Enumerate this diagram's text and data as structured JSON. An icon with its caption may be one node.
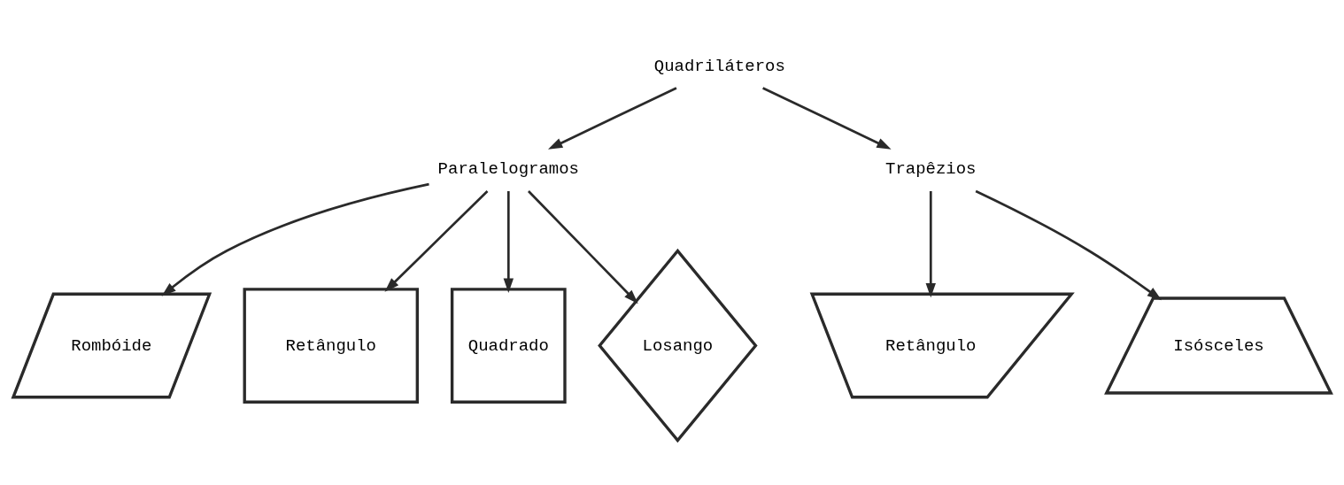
{
  "diagram": {
    "nodes": [
      {
        "text": [
          "Quadriláteros"
        ]
      },
      {
        "text": [
          "Paralelogramos"
        ]
      },
      {
        "text": [
          "Trapêzios"
        ]
      },
      {
        "text": [
          "Rombóide"
        ]
      },
      {
        "text": [
          "Retângulo"
        ]
      },
      {
        "text": [
          "Quadrado"
        ]
      },
      {
        "text": [
          "Losango"
        ]
      },
      {
        "text": [
          "Retângulo"
        ]
      },
      {
        "text": [
          "Isósceles"
        ]
      }
    ],
    "edges": [
      {
        "from": 0,
        "to": 1,
        "arrow": "to"
      },
      {
        "from": 0,
        "to": 2,
        "arrow": "to"
      },
      {
        "from": 1,
        "to": 3,
        "arrow": "to"
      },
      {
        "from": 1,
        "to": 4,
        "arrow": "to"
      },
      {
        "from": 1,
        "to": 5,
        "arrow": "to"
      },
      {
        "from": 1,
        "to": 6,
        "arrow": "to"
      },
      {
        "from": 2,
        "to": 7,
        "arrow": "to"
      },
      {
        "from": 2,
        "to": 8,
        "arrow": "to"
      }
    ]
  }
}
